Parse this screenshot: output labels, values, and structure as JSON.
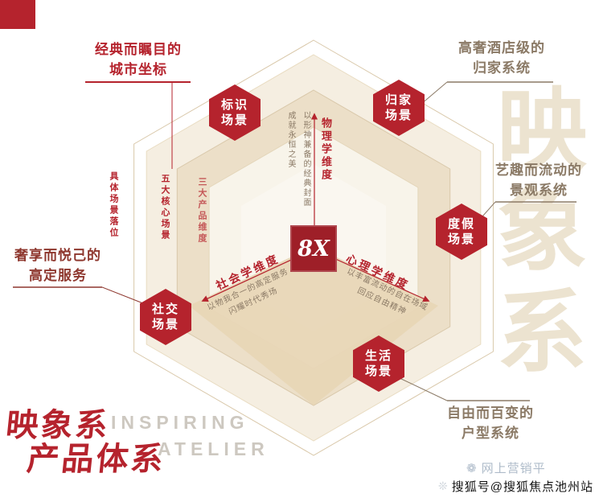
{
  "colors": {
    "accent_red": "#b5232d",
    "deep_red": "#9e1f28",
    "brown_text": "#8b7a66",
    "maroon_text": "#8e372e",
    "beige_line": "#d9c8aa",
    "beige_1": "#f5eee1",
    "beige_2": "#ecdfc8",
    "beige_3": "#f8f4ea",
    "beige_4": "#faf7f0",
    "floor": "#e8d6b6",
    "title_gray": "#cdc8c0",
    "watermark_beige": "#ece3d0",
    "stamp_blue": "#a6b4c4",
    "watermark_black": "#141414"
  },
  "annotations": {
    "top_left": {
      "line1": "经典而瞩目的",
      "line2": "城市坐标"
    },
    "top_right": {
      "line1": "高奢酒店级的",
      "line2": "归家系统"
    },
    "right": {
      "line1": "艺趣而流动的",
      "line2": "景观系统"
    },
    "left": {
      "line1": "奢享而悦己的",
      "line2": "高定服务"
    },
    "bottom_right": {
      "line1": "自由而百变的",
      "line2": "户型系统"
    }
  },
  "nodes": [
    {
      "line1": "标识",
      "line2": "场景"
    },
    {
      "line1": "归家",
      "line2": "场景"
    },
    {
      "line1": "度假",
      "line2": "场景"
    },
    {
      "line1": "生活",
      "line2": "场景"
    },
    {
      "line1": "社交",
      "line2": "场景"
    }
  ],
  "axes": {
    "physics": {
      "label": "物理学维度",
      "desc1": "以形神兼备的经典封面",
      "desc2": "成就永恒之美"
    },
    "sociology": {
      "label": "社会学维度",
      "desc1": "以物我合一的高定服务",
      "desc2": "闪耀时代秀场"
    },
    "psychology": {
      "label": "心理学维度",
      "desc1": "以丰富流动的自在场域",
      "desc2": "回应自由精神"
    }
  },
  "side_labels": {
    "first": "具体场景落位",
    "second": "五大核心场景",
    "third": "三大产品维度"
  },
  "center_badge": "8X",
  "title": {
    "cn1": "映象系",
    "cn2": "产品体系",
    "en1": "INSPIRING",
    "en2": "ATELIER"
  },
  "background_watermark": {
    "glyph1": "映",
    "glyph2": "象",
    "glyph3": "系"
  },
  "footer": {
    "stamp_icon": "❁",
    "stamp_text": "网上营销平",
    "spark_icon": "❊",
    "credit": "搜狐号@搜狐焦点池州站"
  }
}
